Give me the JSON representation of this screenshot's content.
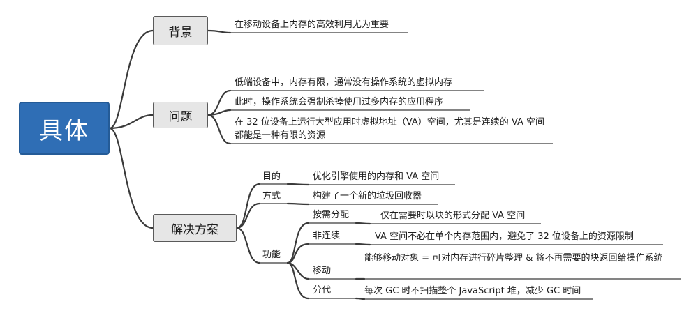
{
  "root": {
    "label": "具体"
  },
  "background": {
    "label": "背景",
    "text": "在移动设备上内存的高效利用尤为重要"
  },
  "problem": {
    "label": "问题",
    "items": [
      "低端设备中，内存有限，通常没有操作系统的虚拟内存",
      "此时，操作系统会强制杀掉使用过多内存的应用程序",
      "在 32 位设备上运行大型应用时虚拟地址（VA）空间，尤其是连续的 VA 空间都能是一种有限的资源"
    ]
  },
  "solution": {
    "label": "解决方案",
    "goal": {
      "label": "目的",
      "text": "优化引擎使用的内存和 VA 空间"
    },
    "method": {
      "label": "方式",
      "text": "构建了一个新的垃圾回收器"
    },
    "features": {
      "label": "功能",
      "items": [
        {
          "label": "按需分配",
          "text": "仅在需要时以块的形式分配 VA 空间"
        },
        {
          "label": "非连续",
          "text": "VA 空间不必在单个内存范围内，避免了 32 位设备上的资源限制"
        },
        {
          "label": "移动",
          "text": "能够移动对象 = 可对内存进行碎片整理 & 将不再需要的块返回给操作系统"
        },
        {
          "label": "分代",
          "text": "每次 GC 时不扫描整个 JavaScript 堆，减少 GC 时间"
        }
      ]
    }
  }
}
